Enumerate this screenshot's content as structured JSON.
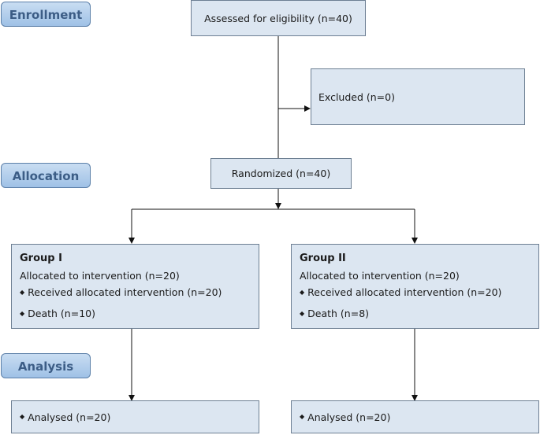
{
  "stages": {
    "enrollment": "Enrollment",
    "allocation": "Allocation",
    "analysis": "Analysis"
  },
  "assessed": "Assessed for eligibility (n=40)",
  "excluded": "Excluded (n=0)",
  "randomized": "Randomized (n=40)",
  "groups": [
    {
      "title": "Group I",
      "allocated": "Allocated to intervention (n=20)",
      "received": "Received allocated intervention (n=20)",
      "death": "Death (n=10)",
      "analysed": "Analysed (n=20)"
    },
    {
      "title": "Group II",
      "allocated": "Allocated to intervention (n=20)",
      "received": "Received allocated intervention (n=20)",
      "death": "Death (n=8)",
      "analysed": "Analysed (n=20)"
    }
  ],
  "bullet_glyph": "◆",
  "colors": {
    "stage_text": "#3c5d86",
    "box_fill": "#dce6f1",
    "connector": "#111111"
  }
}
